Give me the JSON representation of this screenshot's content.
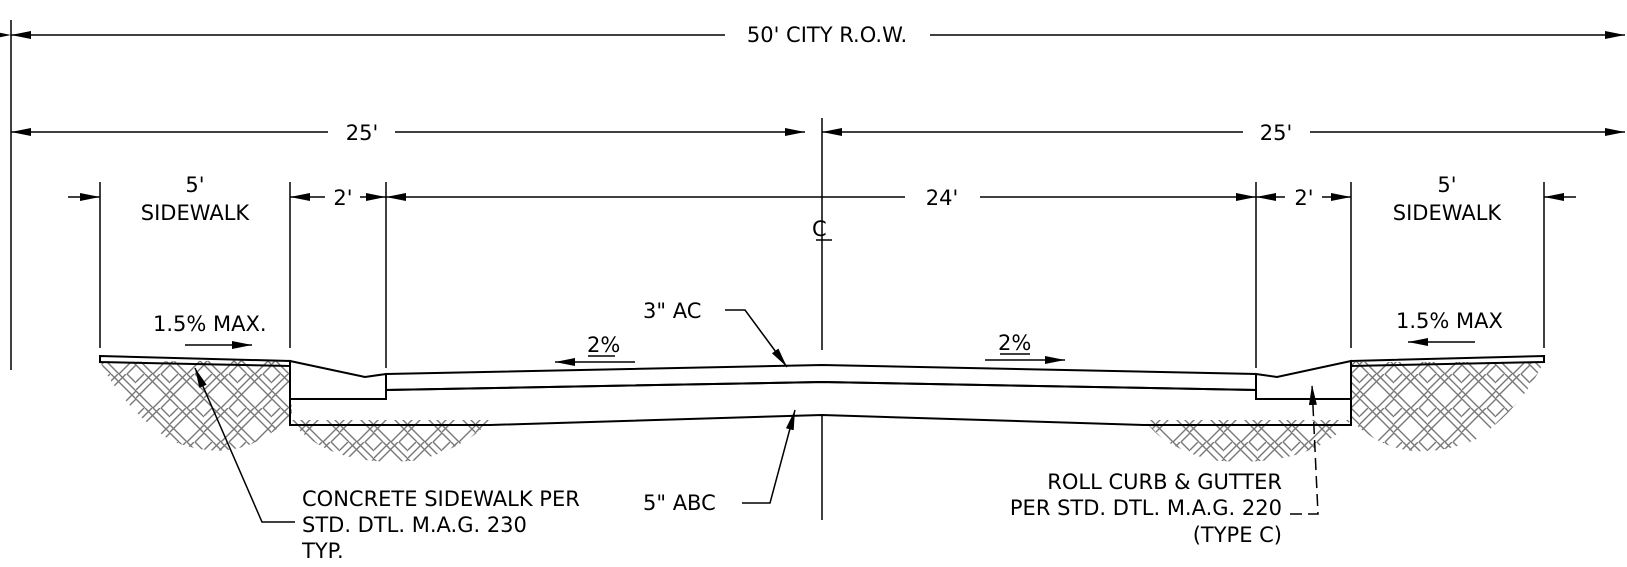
{
  "dimensions": {
    "row_total": "50' CITY R.O.W.",
    "half_left": "25'",
    "half_right": "25'",
    "sidewalk_left_width": "5'",
    "sidewalk_left_label": "SIDEWALK",
    "buffer_left": "2'",
    "roadway": "24'",
    "buffer_right": "2'",
    "sidewalk_right_width": "5'",
    "sidewalk_right_label": "SIDEWALK",
    "centerline_symbol": "C"
  },
  "slopes": {
    "sidewalk_left": "1.5% MAX.",
    "sidewalk_right": "1.5% MAX",
    "road_left": "2%",
    "road_right": "2%"
  },
  "callouts": {
    "ac_layer": "3\" AC",
    "abc_layer": "5\" ABC",
    "sidewalk_note": [
      "CONCRETE SIDEWALK PER",
      "STD. DTL. M.A.G. 230",
      "TYP."
    ],
    "curb_note": [
      "ROLL CURB & GUTTER",
      "PER STD. DTL. M.A.G. 220",
      "(TYPE C)"
    ]
  }
}
